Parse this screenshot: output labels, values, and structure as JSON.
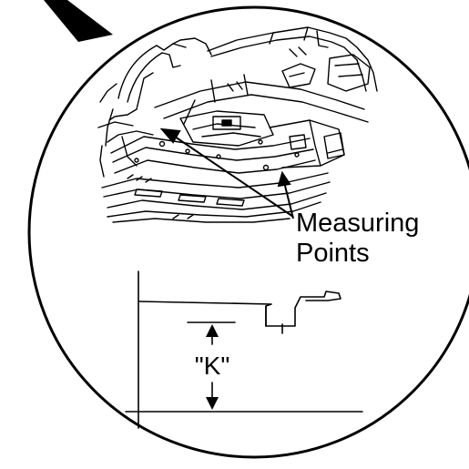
{
  "callout": {
    "line1": "Measuring",
    "line2": "Points"
  },
  "dimension": {
    "label": "\"K\""
  }
}
